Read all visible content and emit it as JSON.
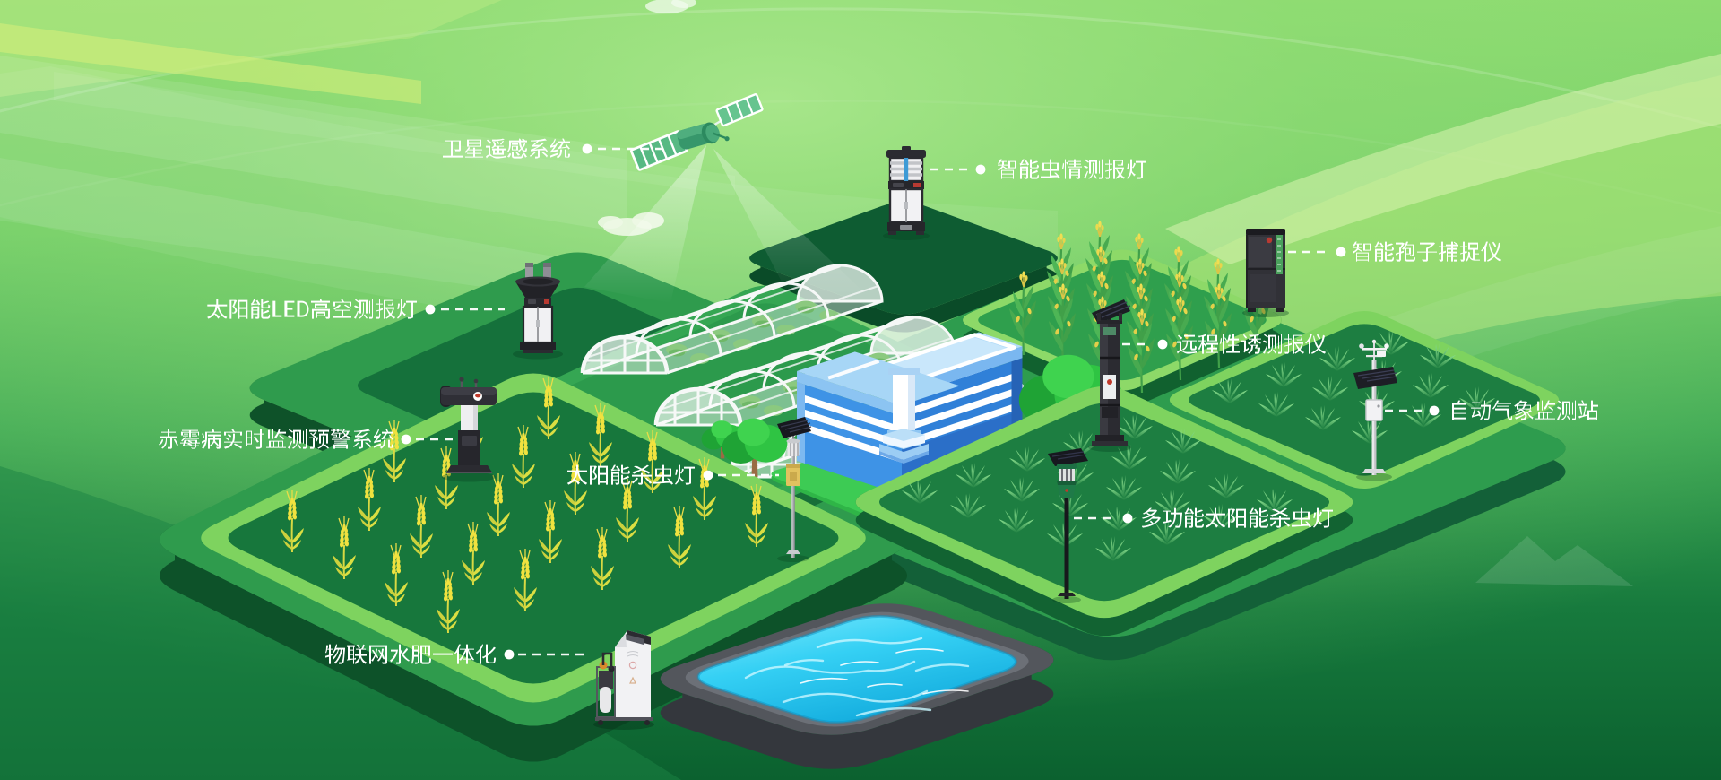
{
  "labels": [
    {
      "id": "satellite-remote-sensing",
      "text": "卫星遥感系统",
      "device": "satellite"
    },
    {
      "id": "insect-situation-lamp",
      "text": "智能虫情测报灯",
      "device": "insect-monitoring-lamp"
    },
    {
      "id": "spore-catcher",
      "text": "智能孢子捕捉仪",
      "device": "spore-catcher"
    },
    {
      "id": "solar-led-high-altitude-lamp",
      "text": "太阳能LED高空测报灯",
      "device": "led-high-altitude-lamp"
    },
    {
      "id": "remote-pheromone-monitor",
      "text": "远程性诱测报仪",
      "device": "pheromone-tower"
    },
    {
      "id": "auto-weather-station",
      "text": "自动气象监测站",
      "device": "weather-station"
    },
    {
      "id": "scab-monitoring-system",
      "text": "赤霉病实时监测预警系统",
      "device": "scab-monitor"
    },
    {
      "id": "solar-insecticidal-lamp",
      "text": "太阳能杀虫灯",
      "device": "solar-kill-lamp"
    },
    {
      "id": "multifunction-solar-lamp",
      "text": "多功能太阳能杀虫灯",
      "device": "multi-kill-lamp"
    },
    {
      "id": "iot-water-fertilizer",
      "text": "物联网水肥一体化",
      "device": "fertigation-machine"
    }
  ],
  "palette": {
    "background_top": "#8ada6e",
    "background_bottom": "#0b612f",
    "field_dark": "#15713b",
    "field_rim": "#7ed35f",
    "platform_mid": "#2e9b4d",
    "label_text": "#ffffff",
    "water": "#2cc9f1",
    "building_blue": "#3080d8",
    "wheat_yellow": "#f0e23f"
  }
}
